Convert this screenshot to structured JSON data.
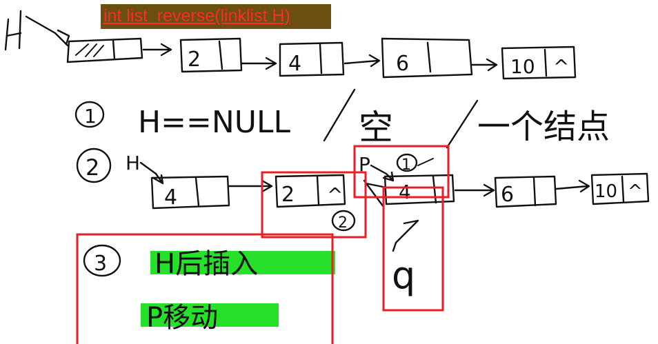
{
  "title": "int list  reverse(linklist H)",
  "colors": {
    "title_background": "#6b4e12",
    "title_text": "#ff2a2a",
    "ink": "#111111",
    "annotation_box": "#ee1c24",
    "highlight": "#27e02a"
  },
  "head_pointer": "H",
  "list1": [
    {
      "value": "",
      "next": ""
    },
    {
      "value": "2",
      "next": ""
    },
    {
      "value": "4",
      "next": ""
    },
    {
      "value": "6",
      "next": ""
    },
    {
      "value": "10",
      "next": "^"
    }
  ],
  "step1": {
    "number": "1",
    "condition": "H==NULL",
    "alt1": "空",
    "alt2": "一个结点"
  },
  "step2": {
    "number": "2",
    "head_pointer": "H",
    "pointer_p": "P",
    "marker_1": "1",
    "marker_2": "2",
    "pointer_q": "q",
    "nodes": [
      {
        "value": "4",
        "next": ""
      },
      {
        "value": "2",
        "next": "^"
      },
      {
        "value": "4",
        "next": ""
      },
      {
        "value": "6",
        "next": ""
      },
      {
        "value": "10",
        "next": "^"
      }
    ]
  },
  "step3": {
    "number": "3",
    "line1": "H后插入",
    "line2": "P移动"
  }
}
